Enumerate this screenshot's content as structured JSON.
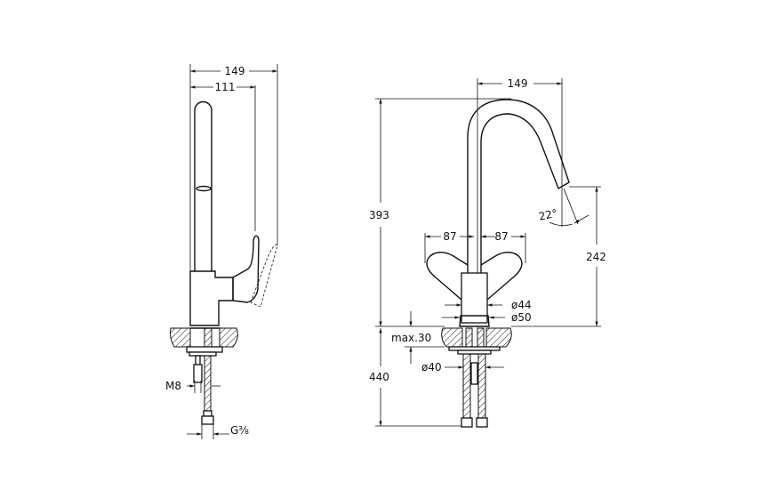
{
  "side_view": {
    "dim_total_reach": "149",
    "dim_lever_reach": "111",
    "label_rod_thread": "M8",
    "label_hose_thread": "G⅜"
  },
  "front_view": {
    "dim_spout_reach": "149",
    "dim_total_height": "393",
    "dim_spout_height": "242",
    "dim_spout_angle": "22°",
    "dim_lever_left": "87",
    "dim_lever_right": "87",
    "dim_body_diameter": "ø44",
    "dim_base_diameter": "ø50",
    "dim_max_counter_thickness": "max.30",
    "dim_hole_diameter": "ø40",
    "dim_hose_length": "440"
  }
}
